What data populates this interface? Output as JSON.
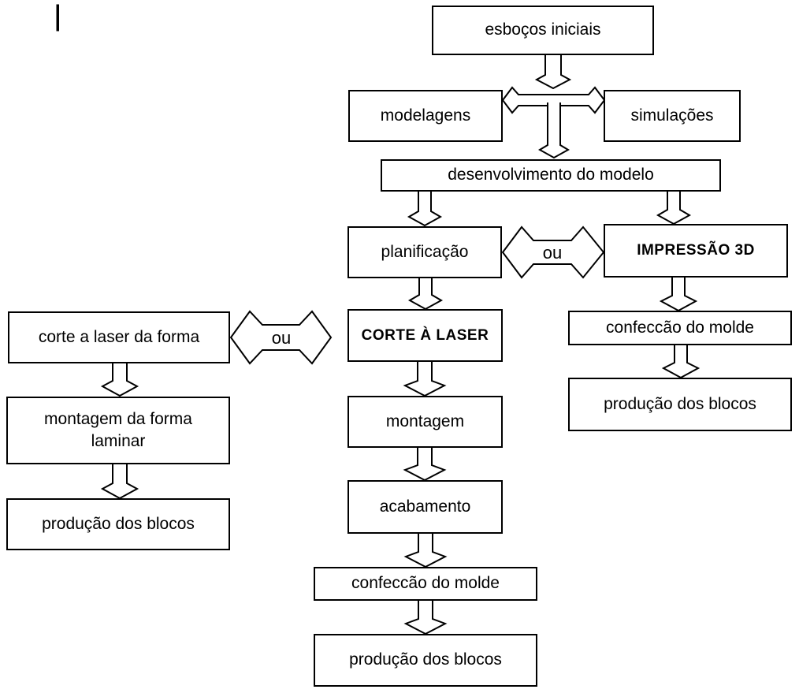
{
  "diagram": {
    "colors": {
      "stroke": "#000000",
      "shape_fill": "#ffffff",
      "background": "#ffffff"
    },
    "nodes": {
      "esbocos_iniciais": {
        "label": "esboços iniciais"
      },
      "modelagens": {
        "label": "modelagens"
      },
      "simulacoes": {
        "label": "simulações"
      },
      "desenvolvimento_modelo": {
        "label": "desenvolvimento do modelo"
      },
      "planificacao": {
        "label": "planificação"
      },
      "impressao_3d": {
        "label": "IMPRESSÃO  3D"
      },
      "corte_laser_da_forma": {
        "label": "corte a laser da forma"
      },
      "corte_a_laser": {
        "label": "CORTE À LASER"
      },
      "confeccao_molde_direita": {
        "label": "confeccão do molde"
      },
      "producao_blocos_direita": {
        "label": "produção dos blocos"
      },
      "montagem_forma_laminar": {
        "label": "montagem da forma laminar"
      },
      "montagem": {
        "label": "montagem"
      },
      "producao_blocos_esquerda": {
        "label": "produção dos blocos"
      },
      "acabamento": {
        "label": "acabamento"
      },
      "confeccao_molde_centro": {
        "label": "confeccão do molde"
      },
      "producao_blocos_centro": {
        "label": "produção dos blocos"
      }
    },
    "connectors": {
      "ou_left": "ou",
      "ou_center": "ou"
    }
  }
}
